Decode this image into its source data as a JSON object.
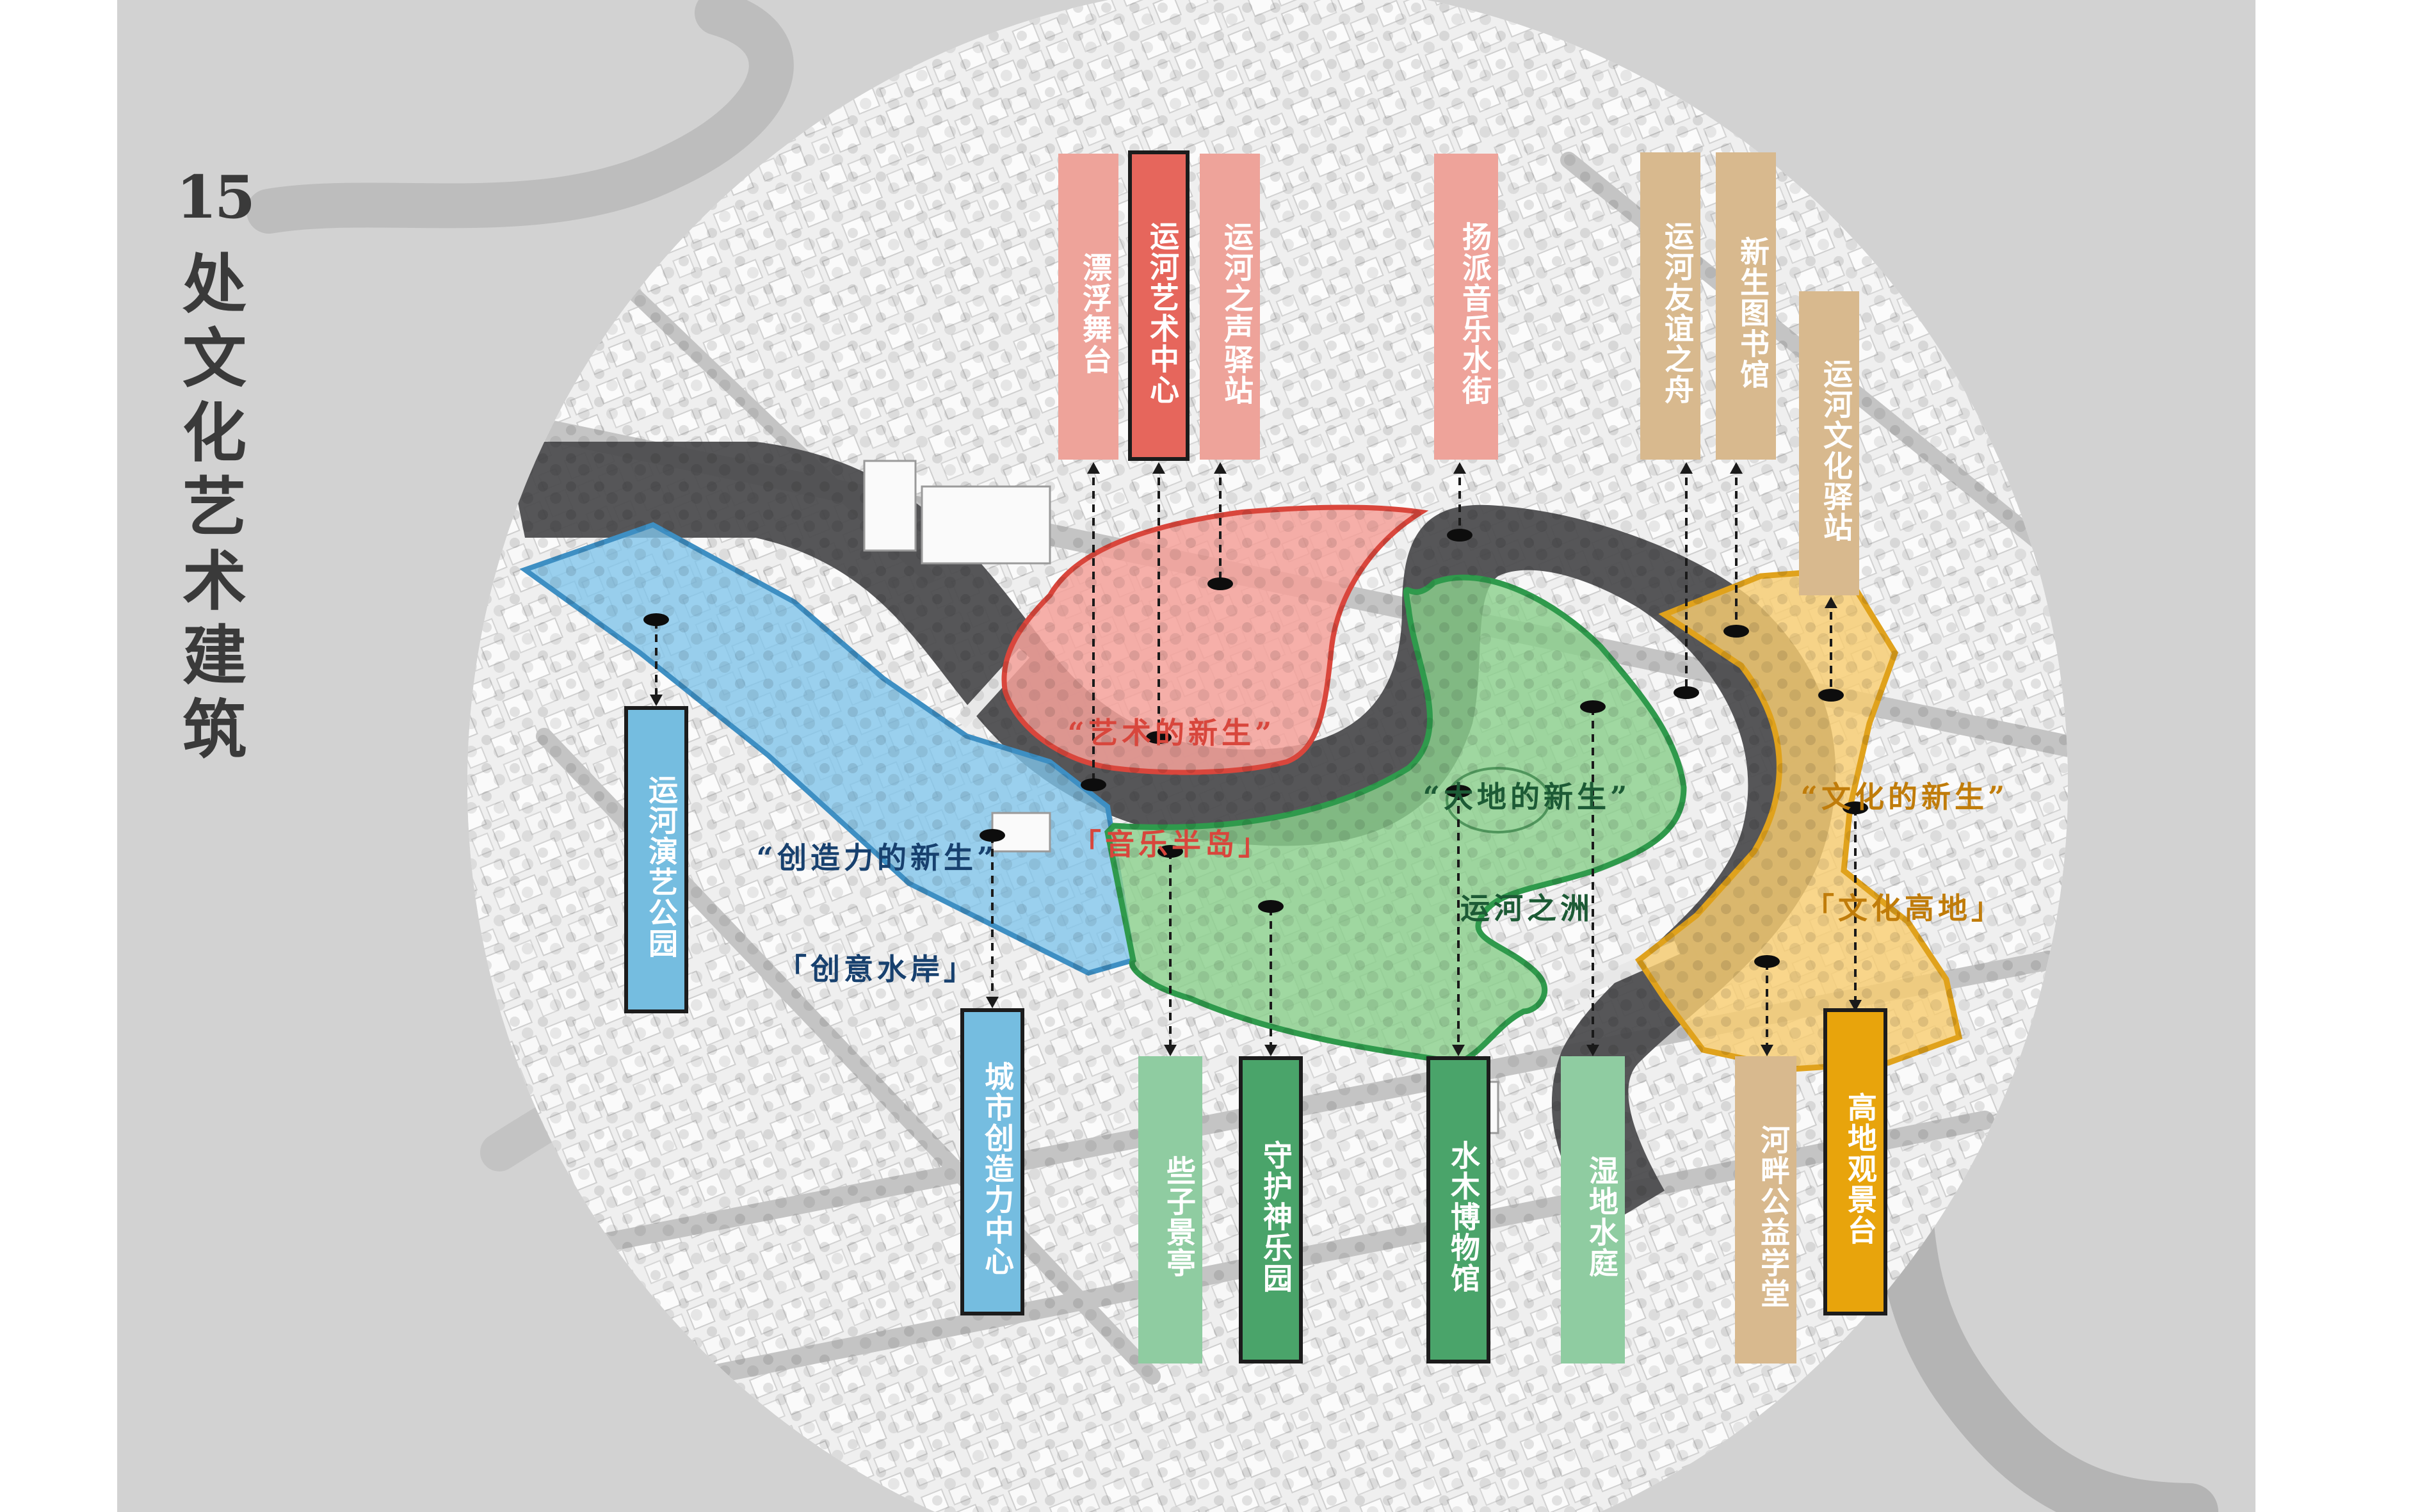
{
  "title": {
    "number": "15",
    "text": "处文化艺术建筑"
  },
  "zones": [
    {
      "id": "creative-shore",
      "line1": "“创造力的新生”",
      "line2": "「创意水岸」",
      "color": "#17406e"
    },
    {
      "id": "music-peninsula",
      "line1": "“艺术的新生”",
      "line2": "「音乐半岛」",
      "color": "#d8463c"
    },
    {
      "id": "canal-isle",
      "line1": "“大地的新生”",
      "line2": "运河之洲",
      "color": "#1c5a35"
    },
    {
      "id": "culture-highland",
      "line1": "“文化的新生”",
      "line2": "「文化高地」",
      "color": "#c07c0a"
    }
  ],
  "buildings": {
    "top": [
      {
        "label": "漂浮舞台",
        "color": "#eea39a",
        "text": "#ffffff",
        "style": "pale"
      },
      {
        "label": "运河艺术中心",
        "color": "#e6665c",
        "text": "#ffffff",
        "style": "dark"
      },
      {
        "label": "运河之声驿站",
        "color": "#eea39a",
        "text": "#ffffff",
        "style": "pale"
      },
      {
        "label": "扬派音乐水街",
        "color": "#eea39a",
        "text": "#ffffff",
        "style": "pale"
      },
      {
        "label": "运河友谊之舟",
        "color": "#d8b98e",
        "text": "#ffffff",
        "style": "pale"
      },
      {
        "label": "新生图书馆",
        "color": "#d8b98e",
        "text": "#ffffff",
        "style": "pale"
      },
      {
        "label": "运河文化驿站",
        "color": "#d8b98e",
        "text": "#ffffff",
        "style": "pale"
      }
    ],
    "bottom": [
      {
        "label": "运河演艺公园",
        "color": "#75bde0",
        "text": "#ffffff",
        "style": "dark"
      },
      {
        "label": "城市创造力中心",
        "color": "#75bde0",
        "text": "#ffffff",
        "style": "dark"
      },
      {
        "label": "些子景亭",
        "color": "#8fcca1",
        "text": "#ffffff",
        "style": "pale"
      },
      {
        "label": "守护神乐园",
        "color": "#4aa46a",
        "text": "#ffffff",
        "style": "dark"
      },
      {
        "label": "水木博物馆",
        "color": "#4aa46a",
        "text": "#ffffff",
        "style": "dark"
      },
      {
        "label": "湿地水庭",
        "color": "#8fcca1",
        "text": "#ffffff",
        "style": "pale"
      },
      {
        "label": "河畔公益学堂",
        "color": "#d8b98e",
        "text": "#ffffff",
        "style": "pale"
      },
      {
        "label": "高地观景台",
        "color": "#e8a40c",
        "text": "#ffffff",
        "style": "dark"
      }
    ]
  },
  "colors": {
    "background": "#d2d2d2",
    "circle": "#f2f2f2",
    "river": "#4d4d4f",
    "blue_zone": "#7fc4ea",
    "red_zone": "#f4a19a",
    "green_zone": "#8bd08c",
    "yellow_zone": "#f8cd72"
  }
}
